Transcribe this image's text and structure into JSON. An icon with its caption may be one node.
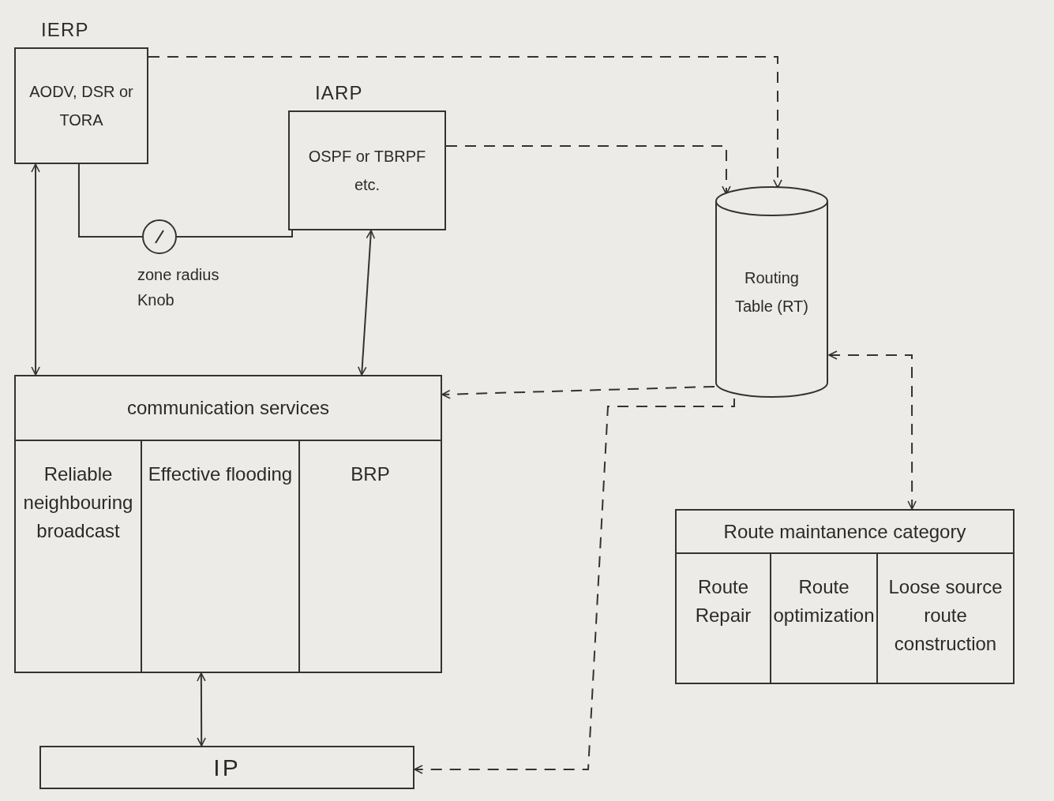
{
  "diagram": {
    "nodes": [
      {
        "text": [
          "IERP",
          "AODV, DSR or TORA"
        ]
      },
      {
        "text": [
          "IARP",
          "OSPF or TBRPF etc."
        ]
      },
      {
        "text": [],
        "shape": "circle",
        "beside": [
          "zone radius Knob"
        ]
      },
      {
        "text": [
          "Routing Table (RT)"
        ]
      },
      {
        "text": [
          "communication services"
        ]
      },
      {
        "text": [
          "Reliable neighbouring broadcast"
        ],
        "in": 4
      },
      {
        "text": [
          "Effective flooding"
        ],
        "in": 4
      },
      {
        "text": [
          "BRP"
        ],
        "in": 4
      },
      {
        "text": [
          "Route maintanence category"
        ]
      },
      {
        "text": [
          "Route Repair"
        ],
        "in": 8
      },
      {
        "text": [
          "Route optimization"
        ],
        "in": 8
      },
      {
        "text": [
          "Loose source route construction"
        ],
        "in": 8
      },
      {
        "text": [
          "IP"
        ]
      }
    ],
    "edges": [
      {
        "from": 0,
        "to": 3,
        "arrow": "to",
        "style": "dashed"
      },
      {
        "from": 1,
        "to": 3,
        "arrow": "to",
        "style": "dashed"
      },
      {
        "from": 0,
        "to": 4,
        "arrow": "both"
      },
      {
        "from": 1,
        "to": 4,
        "arrow": "both"
      },
      {
        "from": 3,
        "to": 4,
        "arrow": "to",
        "style": "dashed"
      },
      {
        "from": 3,
        "to": 12,
        "arrow": "to",
        "style": "dashed"
      },
      {
        "from": 3,
        "to": 8,
        "arrow": "both",
        "style": "dashed"
      },
      {
        "from": 4,
        "to": 12,
        "arrow": "both"
      },
      {
        "from": 0,
        "to": 2,
        "arrow": "none"
      },
      {
        "from": 2,
        "to": 1,
        "arrow": "none"
      }
    ]
  }
}
